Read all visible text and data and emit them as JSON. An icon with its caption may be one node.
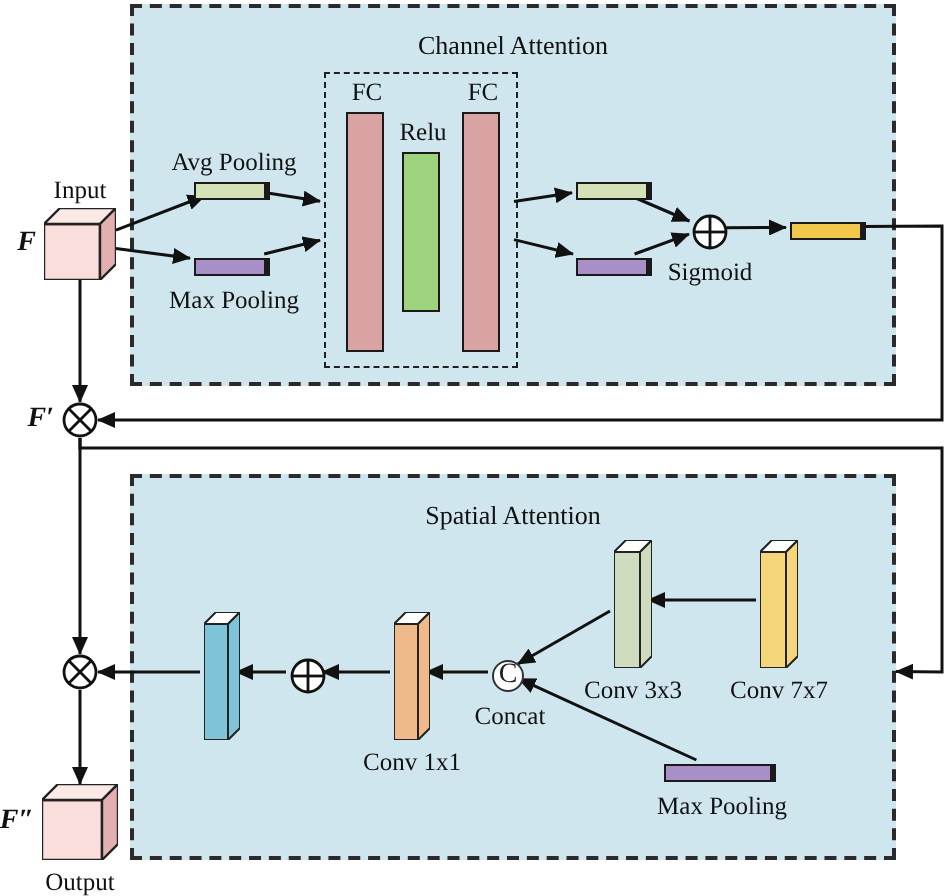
{
  "diagram": {
    "nodes": [
      {
        "text": [
          "Channel Attention"
        ]
      },
      {
        "text": [
          "Input"
        ],
        "beside": [
          "F"
        ]
      },
      {
        "text": [
          "Avg Pooling"
        ],
        "in": 0
      },
      {
        "text": [
          "Max Pooling"
        ],
        "in": 0
      },
      {
        "text": [],
        "shape": "box",
        "in": 0
      },
      {
        "text": [
          "FC"
        ],
        "in": 4
      },
      {
        "text": [
          "Relu"
        ],
        "in": 4
      },
      {
        "text": [
          "FC"
        ],
        "in": 4
      },
      {
        "text": [],
        "shape": "bar",
        "in": 0
      },
      {
        "text": [],
        "shape": "bar",
        "in": 0
      },
      {
        "text": [],
        "shape": "circle",
        "beside": [
          "Sigmoid"
        ],
        "in": 0
      },
      {
        "text": [],
        "shape": "bar",
        "in": 0
      },
      {
        "text": [],
        "shape": "circle",
        "beside": [
          "F′"
        ]
      },
      {
        "text": [
          "Spatial Attention"
        ]
      },
      {
        "text": [
          "Conv 7x7"
        ],
        "in": 13
      },
      {
        "text": [
          "Conv 3x3"
        ],
        "in": 13
      },
      {
        "text": [
          "C"
        ],
        "beside": [
          "Concat"
        ],
        "in": 13
      },
      {
        "text": [
          "Max Pooling"
        ],
        "in": 13
      },
      {
        "text": [
          "Conv 1x1"
        ],
        "in": 13
      },
      {
        "text": [],
        "shape": "circle",
        "in": 13
      },
      {
        "text": [],
        "shape": "bar",
        "in": 13
      },
      {
        "text": [],
        "shape": "circle"
      },
      {
        "text": [
          "Output"
        ],
        "beside": [
          "F″"
        ]
      }
    ],
    "edges": [
      {
        "from": 1,
        "to": 2,
        "arrow": "to"
      },
      {
        "from": 1,
        "to": 3,
        "arrow": "to"
      },
      {
        "from": 2,
        "to": 4,
        "arrow": "to"
      },
      {
        "from": 3,
        "to": 4,
        "arrow": "to"
      },
      {
        "from": 4,
        "to": 8,
        "arrow": "to"
      },
      {
        "from": 4,
        "to": 9,
        "arrow": "to"
      },
      {
        "from": 8,
        "to": 10,
        "arrow": "to"
      },
      {
        "from": 9,
        "to": 10,
        "arrow": "to"
      },
      {
        "from": 10,
        "to": 11,
        "arrow": "to"
      },
      {
        "from": 11,
        "to": 12,
        "arrow": "to"
      },
      {
        "from": 1,
        "to": 12,
        "arrow": "to"
      },
      {
        "from": 12,
        "to": 13,
        "arrow": "to"
      },
      {
        "from": 12,
        "to": 21,
        "arrow": "to"
      },
      {
        "from": 14,
        "to": 15,
        "arrow": "to"
      },
      {
        "from": 15,
        "to": 16,
        "arrow": "to"
      },
      {
        "from": 17,
        "to": 16,
        "arrow": "to"
      },
      {
        "from": 16,
        "to": 18,
        "arrow": "to"
      },
      {
        "from": 18,
        "to": 19,
        "arrow": "to"
      },
      {
        "from": 19,
        "to": 20,
        "arrow": "to"
      },
      {
        "from": 20,
        "to": 21,
        "arrow": "to"
      },
      {
        "from": 21,
        "to": 22,
        "arrow": "to"
      }
    ]
  }
}
